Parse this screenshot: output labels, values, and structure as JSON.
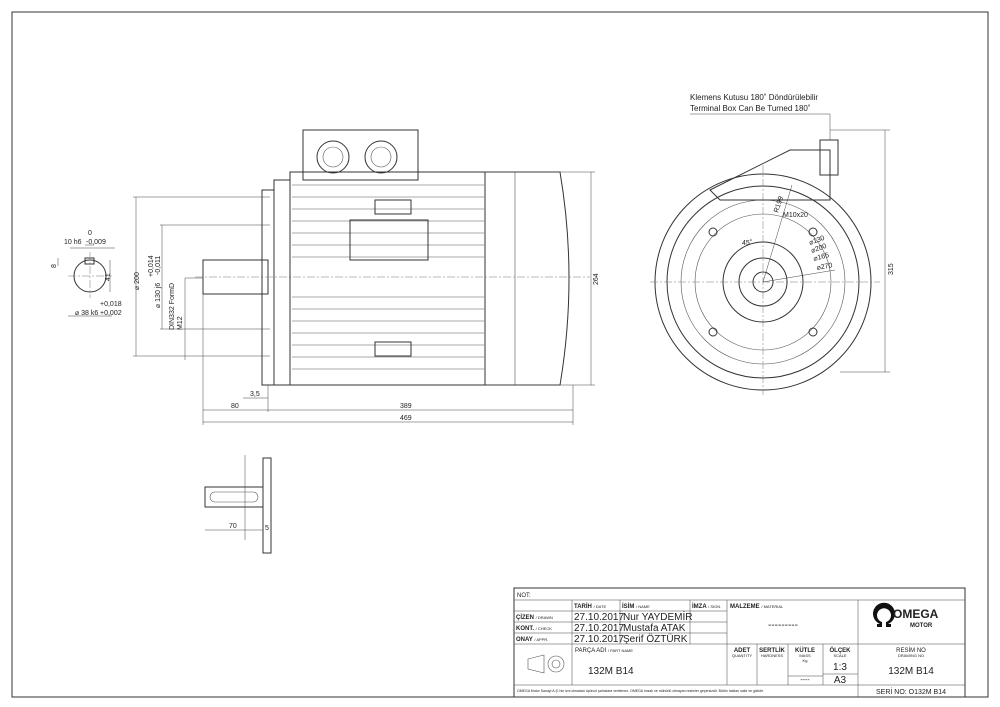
{
  "shaft_section": {
    "key_width": "10 h6",
    "key_tol_upper": "0",
    "key_tol_lower": "-0,009",
    "key_depth": "8",
    "height": "41",
    "diameter": "⌀ 38 k6",
    "tol_upper": "+0,018",
    "tol_lower": "+0,002"
  },
  "side_view": {
    "flange_dia": "⌀ 200",
    "spigot_dia": "⌀ 130 j6",
    "spigot_tol_upper": "+0,014",
    "spigot_tol_lower": "-0,011",
    "center_hole": "DIN332 FormD",
    "center_thread": "M12",
    "height": "264",
    "offset": "3,5",
    "shaft_len": "80",
    "body_len": "389",
    "total_len": "469"
  },
  "key_view": {
    "key_len": "70",
    "offset": "5"
  },
  "front_view": {
    "note_tr": "Klemens Kutusu 180˚ Döndürülebilir",
    "note_en": "Terminal Box Can Be Turned 180˚",
    "radius": "R199",
    "thread": "M10x20",
    "angle": "45˚",
    "d1": "⌀130",
    "d2": "⌀200",
    "d3": "⌀165",
    "d4": "⌀270",
    "height": "315"
  },
  "title_block": {
    "not_label": "NOT:",
    "hdr_date": "TARİH",
    "hdr_date_en": "/ DATE",
    "hdr_name": "İSİM",
    "hdr_name_en": "/ NAME",
    "hdr_sign": "İMZA",
    "hdr_sign_en": "/ SIGN.",
    "rows": [
      {
        "role": "ÇİZEN",
        "role_en": "/ DRAWN",
        "date": "27.10.2017",
        "name": "Nur YAYDEMİR"
      },
      {
        "role": "KONT.",
        "role_en": "/ CHECK",
        "date": "27.10.2017",
        "name": "Mustafa ATAK"
      },
      {
        "role": "ONAY",
        "role_en": "/ APPR.",
        "date": "27.10.2017",
        "name": "Şerif ÖZTÜRK"
      }
    ],
    "material_label": "MALZEME",
    "material_label_en": "/ MATERIAL",
    "material": "---------",
    "part_label": "PARÇA ADI",
    "part_label_en": "/ PART NAME",
    "part": "132M B14",
    "qty_label": "ADET",
    "qty_en": "QUANTITY",
    "hard_label": "SERTLİK",
    "hard_en": "HARDNESS",
    "mass_label": "KÜTLE",
    "mass_en": "MASS",
    "mass_unit": "Kg",
    "mass": "----",
    "scale_label": "ÖLÇEK",
    "scale_en": "SCALE",
    "scale": "1:3",
    "sheet": "A3",
    "drawing_no_label": "RESİM NO",
    "drawing_no_en": "DRAWING NO",
    "drawing_no": "132M B14",
    "serial": "SERİ NO: O132M B14",
    "logo_text": "OMEGA",
    "logo_sub": "MOTOR",
    "footer": "OMEGA Motor Sanayi A.Ş.'nin izni olmadan üçüncü şahıslara verilemez. OMEGA imzalı ve mühürlü olmayan resimler geçersizdir. Bütün hakları saklı ve gizlidir."
  }
}
